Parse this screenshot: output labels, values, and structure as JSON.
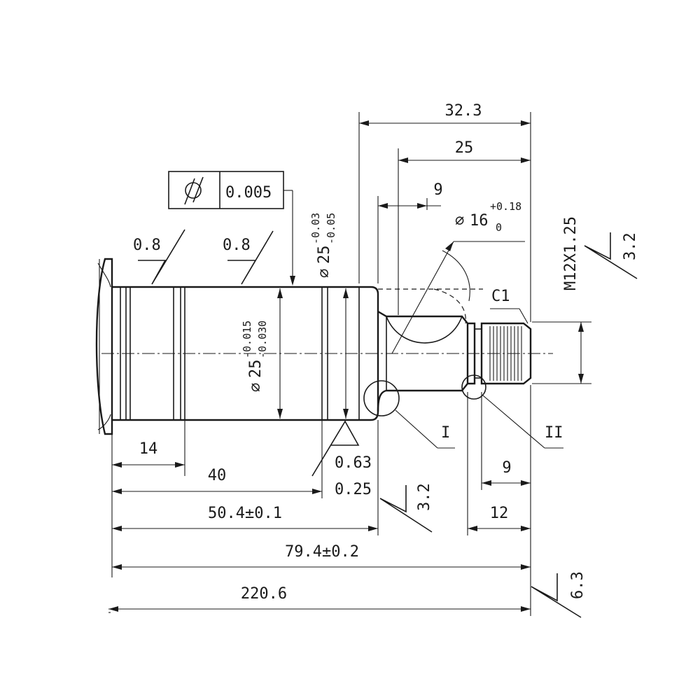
{
  "dimensions": {
    "d_32_3": "32.3",
    "d_25": "25",
    "d_9_top": "9",
    "d_14": "14",
    "d_40": "40",
    "d_50_4": "50.4±0.1",
    "d_79_4": "79.4±0.2",
    "d_220_6": "220.6",
    "d_9_right": "9",
    "d_12": "12"
  },
  "diameters": {
    "phi": "∅",
    "left_main": "25",
    "left_upper": "-0.015",
    "left_lower": "-0.030",
    "right_main": "25",
    "right_upper": "-0.03",
    "right_lower": "-0.05",
    "groove_main": "16",
    "groove_upper": "+0.18",
    "groove_lower": "0"
  },
  "thread": "M12X1.25",
  "chamfer": "C1",
  "tolerance_frame": {
    "symbol": "cylindricity",
    "value": "0.005"
  },
  "surface_finish": {
    "left_1": "0.8",
    "left_2": "0.8",
    "mid_upper": "0.63",
    "mid_lower": "0.25",
    "mid_right": "3.2",
    "thread_right": "3.2",
    "general": "6.3"
  },
  "detail_labels": {
    "detail_1": "I",
    "detail_2": "II"
  }
}
